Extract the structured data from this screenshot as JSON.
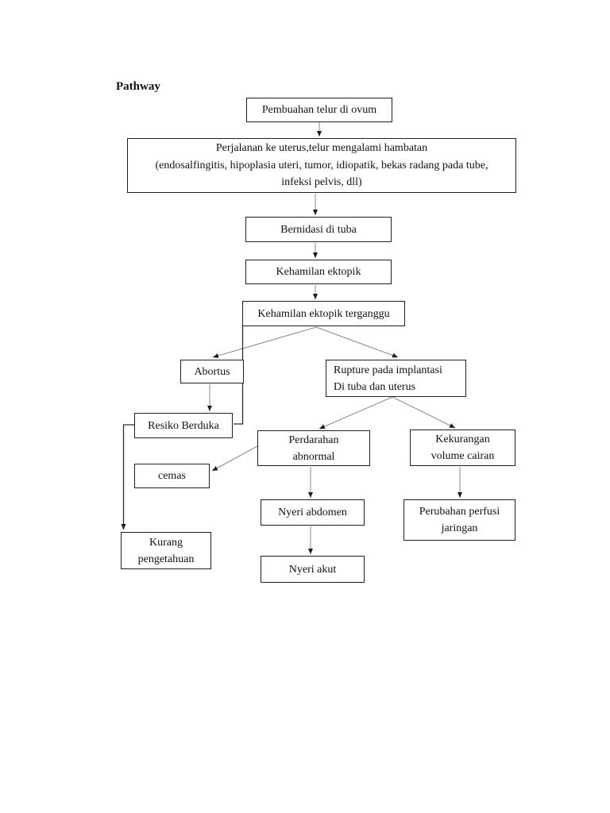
{
  "page": {
    "title": "Pathway"
  },
  "colors": {
    "box_border": "#1f1f1f",
    "connector_line": "#8a8a8a",
    "connector_dark": "#2b2b2b",
    "arrowhead": "#1a1a1a",
    "text": "#111111",
    "background": "#ffffff"
  },
  "diagram": {
    "nodes": [
      {
        "id": "pembuahan",
        "label": "Pembuahan telur di ovum"
      },
      {
        "id": "perjalanan",
        "label": "Perjalanan ke uterus,telur mengalami hambatan\n(endosalfingitis, hipoplasia uteri, tumor, idiopatik, bekas radang pada tube,\ninfeksi pelvis, dll)"
      },
      {
        "id": "bernidasi",
        "label": "Bernidasi di tuba"
      },
      {
        "id": "kehamilan-ektopik",
        "label": "Kehamilan ektopik"
      },
      {
        "id": "kehamilan-ektopik-terganggu",
        "label": "Kehamilan ektopik terganggu"
      },
      {
        "id": "abortus",
        "label": "Abortus"
      },
      {
        "id": "rupture",
        "label": "Rupture pada implantasi\nDi tuba dan uterus"
      },
      {
        "id": "resiko-berduka",
        "label": "Resiko Berduka"
      },
      {
        "id": "cemas",
        "label": "cemas"
      },
      {
        "id": "perdarahan-abnormal",
        "label": "Perdarahan\nabnormal"
      },
      {
        "id": "kekurangan-volume-cairan",
        "label": "Kekurangan\nvolume cairan"
      },
      {
        "id": "nyeri-abdomen",
        "label": "Nyeri abdomen"
      },
      {
        "id": "perubahan-perfusi-jaringan",
        "label": "Perubahan perfusi\njaringan"
      },
      {
        "id": "nyeri-akut",
        "label": "Nyeri akut"
      },
      {
        "id": "kurang-pengetahuan",
        "label": "Kurang\npengetahuan"
      }
    ]
  }
}
